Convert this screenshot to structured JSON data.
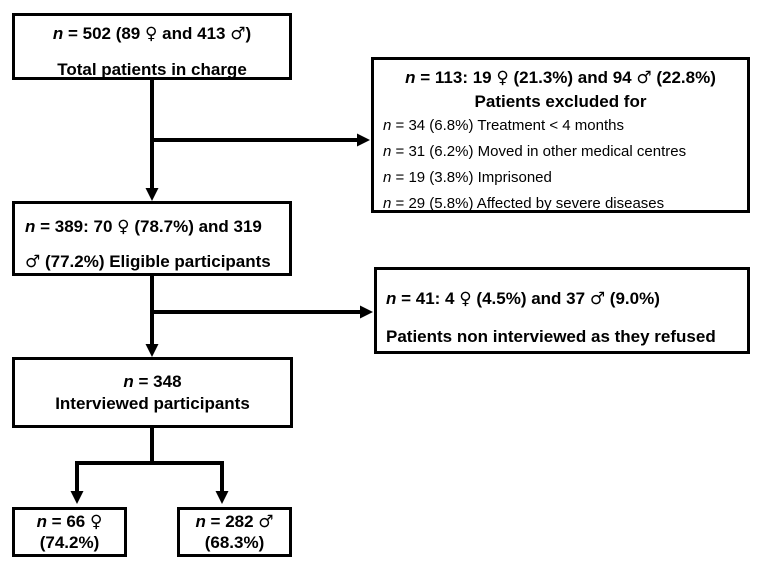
{
  "figure": {
    "type": "patient-flow-diagram",
    "boxes": {
      "total": {
        "line1": "*n* = 502 (89 ♀ and 413 ♂)",
        "line2": "Total patients in charge"
      },
      "excluded": {
        "header1": "*n* = 113: 19 ♀ (21.3%) and 94 ♂ (22.8%)",
        "header2": "Patients excluded for",
        "items": [
          "*n* = 34 (6.8%) Treatment < 4 months",
          "*n* = 31 (6.2%) Moved in other medical centres",
          "*n* = 19 (3.8%) Imprisoned",
          "*n* = 29 (5.8%) Affected by severe diseases"
        ]
      },
      "eligible": {
        "line1": "*n* = 389: 70 ♀ (78.7%) and 319",
        "line2": "♂ (77.2%) Eligible participants"
      },
      "refused": {
        "line1": "*n* = 41: 4 ♀ (4.5%) and 37 ♂ (9.0%)",
        "line2": "Patients non interviewed as they refused"
      },
      "interviewed": {
        "line1": "*n* = 348",
        "line2": "Interviewed participants"
      },
      "female": {
        "line1": "*n* = 66 ♀",
        "line2": "(74.2%)"
      },
      "male": {
        "line1": "*n* = 282 ♂",
        "line2": "(68.3%)"
      }
    },
    "colors": {
      "stroke": "#000000",
      "text": "#000000",
      "background": "#ffffff"
    }
  }
}
